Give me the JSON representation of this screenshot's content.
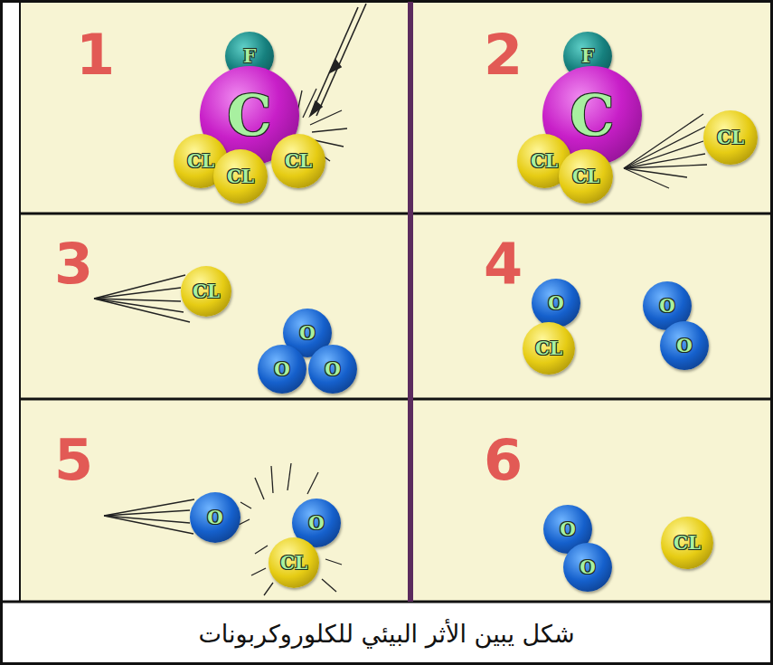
{
  "diagram": {
    "caption": "شكل يبين الأثر البيئي للكلوروكربونات",
    "nodes": [
      {
        "text": [
          "1"
        ]
      },
      {
        "text": [
          "F"
        ],
        "in": 0
      },
      {
        "text": [
          "C"
        ],
        "in": 0
      },
      {
        "text": [
          "CL"
        ],
        "in": 0
      },
      {
        "text": [
          "CL"
        ],
        "in": 0
      },
      {
        "text": [
          "CL"
        ],
        "in": 0
      },
      {
        "text": [
          "2"
        ]
      },
      {
        "text": [
          "F"
        ],
        "in": 6
      },
      {
        "text": [
          "C"
        ],
        "in": 6
      },
      {
        "text": [
          "CL"
        ],
        "in": 6
      },
      {
        "text": [
          "CL"
        ],
        "in": 6
      },
      {
        "text": [
          "CL"
        ],
        "in": 6
      },
      {
        "text": [
          "3"
        ]
      },
      {
        "text": [
          "CL"
        ],
        "in": 12
      },
      {
        "text": [
          "O"
        ],
        "in": 12
      },
      {
        "text": [
          "O"
        ],
        "in": 12
      },
      {
        "text": [
          "O"
        ],
        "in": 12
      },
      {
        "text": [
          "4"
        ]
      },
      {
        "text": [
          "O"
        ],
        "in": 17
      },
      {
        "text": [
          "CL"
        ],
        "in": 17
      },
      {
        "text": [
          "O"
        ],
        "in": 17
      },
      {
        "text": [
          "O"
        ],
        "in": 17
      },
      {
        "text": [
          "5"
        ]
      },
      {
        "text": [
          "O"
        ],
        "in": 22
      },
      {
        "text": [
          "O"
        ],
        "in": 22
      },
      {
        "text": [
          "CL"
        ],
        "in": 22
      },
      {
        "text": [
          "6"
        ]
      },
      {
        "text": [
          "O"
        ],
        "in": 26
      },
      {
        "text": [
          "O"
        ],
        "in": 26
      },
      {
        "text": [
          "CL"
        ],
        "in": 26
      }
    ]
  }
}
